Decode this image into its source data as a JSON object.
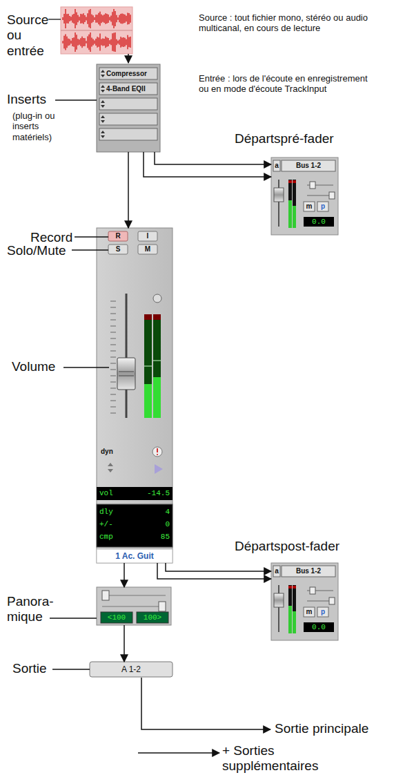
{
  "diagram": {
    "nodes": [
      {
        "text": [
          "Compressor",
          "4-Band EQII"
        ]
      },
      {
        "text": [
          "a",
          "Bus 1-2",
          "m",
          "p",
          "0.0"
        ]
      },
      {
        "text": [
          "R",
          "I",
          "S",
          "M",
          "dyn",
          "vol",
          "-14.5",
          "dly",
          "4",
          "+/-",
          "0",
          "cmp",
          "85",
          "1 Ac. Guit"
        ]
      },
      {
        "text": [
          "a",
          "Bus 1-2",
          "m",
          "p",
          "0.0"
        ]
      },
      {
        "text": [
          "<100",
          "100>"
        ]
      },
      {
        "text": [
          "A 1-2"
        ]
      }
    ],
    "edges": [
      {
        "from": 0,
        "to": 2,
        "arrow": "to"
      },
      {
        "from": 0,
        "to": 1,
        "arrow": "to"
      },
      {
        "from": 0,
        "to": 1,
        "arrow": "to"
      },
      {
        "from": 2,
        "to": 3,
        "arrow": "to"
      },
      {
        "from": 2,
        "to": 3,
        "arrow": "to"
      },
      {
        "from": 2,
        "to": 4,
        "arrow": "to"
      },
      {
        "from": 4,
        "to": 5,
        "arrow": "to"
      }
    ],
    "labels": [
      "Source ou entrée",
      "Source : tout fichier mono, stéréo ou audio multicanal, en cours de lecture",
      "Entrée : lors de l'écoute en enregistrement ou en mode d'écoute TrackInput",
      "Inserts",
      "(plug-in ou inserts matériels)",
      "Départspré-fader",
      "Record",
      "Solo/Mute",
      "Volume",
      "Départspost-fader",
      "Panora- mique",
      "Sortie",
      "Sortie principale",
      "+ Sorties supplémentaires"
    ]
  }
}
